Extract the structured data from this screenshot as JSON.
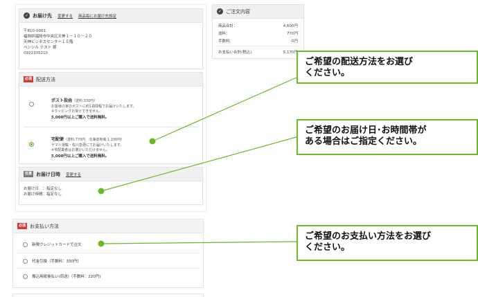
{
  "shipping_address": {
    "title": "お届け先",
    "change_link": "変更する",
    "per_item_link": "商品毎にお届け先設定",
    "lines": [
      "〒810-0001",
      "福岡県福岡市中央区天神１－１０－２０",
      "天神ビジネスセンター１５階",
      "ペンシル テスト 様",
      "0922335210"
    ]
  },
  "order_summary": {
    "title": "ご注文内容",
    "rows": [
      {
        "label": "商品合計：",
        "value": "4,600円"
      },
      {
        "label": "送料：",
        "value": "770円"
      },
      {
        "label": "手数料：",
        "value": "0円"
      }
    ],
    "total": {
      "label": "お支払い合計(税込)",
      "value": "5,170円"
    }
  },
  "delivery_method": {
    "badge": "必須",
    "title": "配送方法",
    "options": [
      {
        "name": "ポスト投函",
        "sub": "（送料:330円）",
        "desc": [
          "お客様の家のポストに約1週間程でお届けいたします。",
          "※ラッピングお受けできません。"
        ],
        "bold": "5,000円以上ご購入で送料無料。",
        "selected": false
      },
      {
        "name": "宅配便",
        "sub": "（送料:770円　北海道地域:1,100円）",
        "desc": [
          "ヤマト運輸・佐川急便にてお届けいたします。",
          "※宅配業者はお選びいただけません。"
        ],
        "bold": "5,000円以上ご購入で送料無料。",
        "selected": true
      }
    ]
  },
  "delivery_date": {
    "badge": "任意",
    "title": "お届け日時",
    "change_link": "変更する",
    "lines": [
      "お届け日　：指定なし",
      "お届け時間：指定なし"
    ]
  },
  "payment": {
    "badge": "必須",
    "title": "お支払い方法",
    "options": [
      "新規クレジットカードで注文",
      "代金引換（手数料：330円）",
      "振込用紙後払い(同送)（手数料：220円)"
    ]
  },
  "callouts": {
    "delivery_method": [
      "ご希望の配送方法をお選び",
      "ください。"
    ],
    "delivery_date": [
      "ご希望のお届け日･お時間帯が",
      "ある場合はご指定ください。"
    ],
    "payment": [
      "ご希望のお支払い方法をお選び",
      "ください。"
    ]
  },
  "colors": {
    "accent_green": "#6ab82c",
    "badge_red": "#d33b3b",
    "badge_gray": "#7a7a7a"
  }
}
